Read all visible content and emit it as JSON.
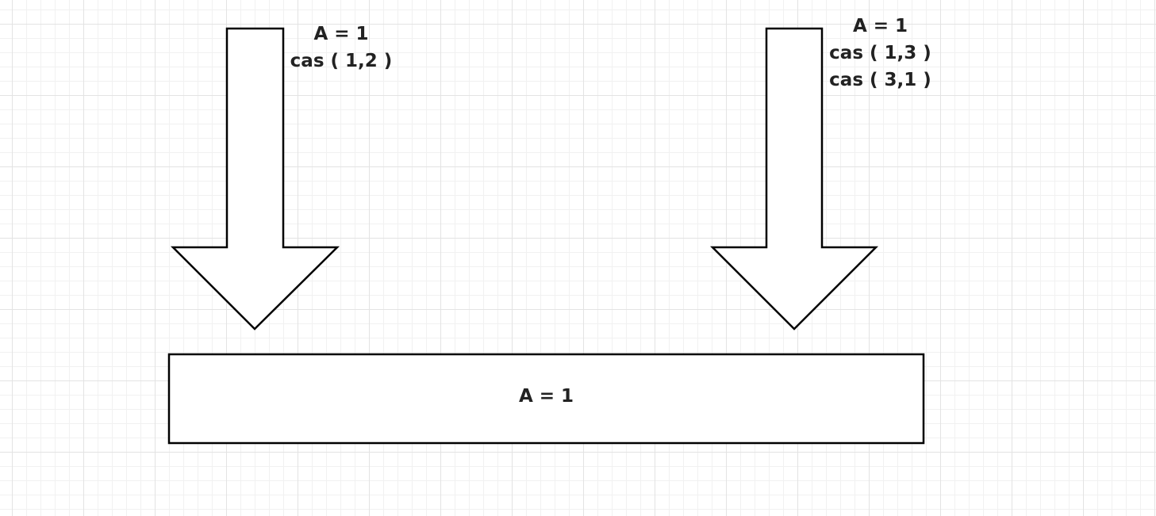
{
  "left_arrow": {
    "lines": [
      "A = 1",
      "cas ( 1,2 )"
    ]
  },
  "right_arrow": {
    "lines": [
      "A = 1",
      "cas ( 1,3 )",
      "cas ( 3,1 )"
    ]
  },
  "target_box": {
    "label": "A = 1"
  },
  "colors": {
    "stroke": "#000000",
    "fill": "#ffffff",
    "grid_major": "#e3e3e3",
    "grid_minor": "#f1f1f1",
    "text": "#222222"
  }
}
